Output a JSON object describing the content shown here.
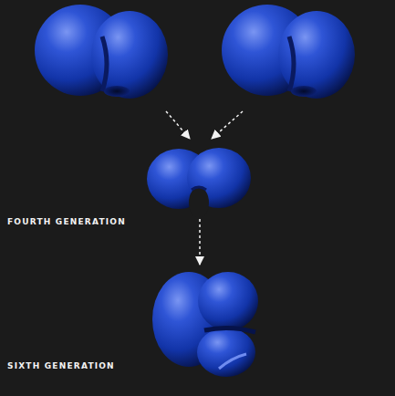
{
  "diagram": {
    "nodes": [
      {
        "text": [
          "FOURTH GENERATION"
        ]
      },
      {
        "text": [
          "SIXTH GENERATION"
        ]
      }
    ],
    "edges": [
      {
        "from": 0,
        "to": 1,
        "arrow": "to"
      }
    ]
  }
}
